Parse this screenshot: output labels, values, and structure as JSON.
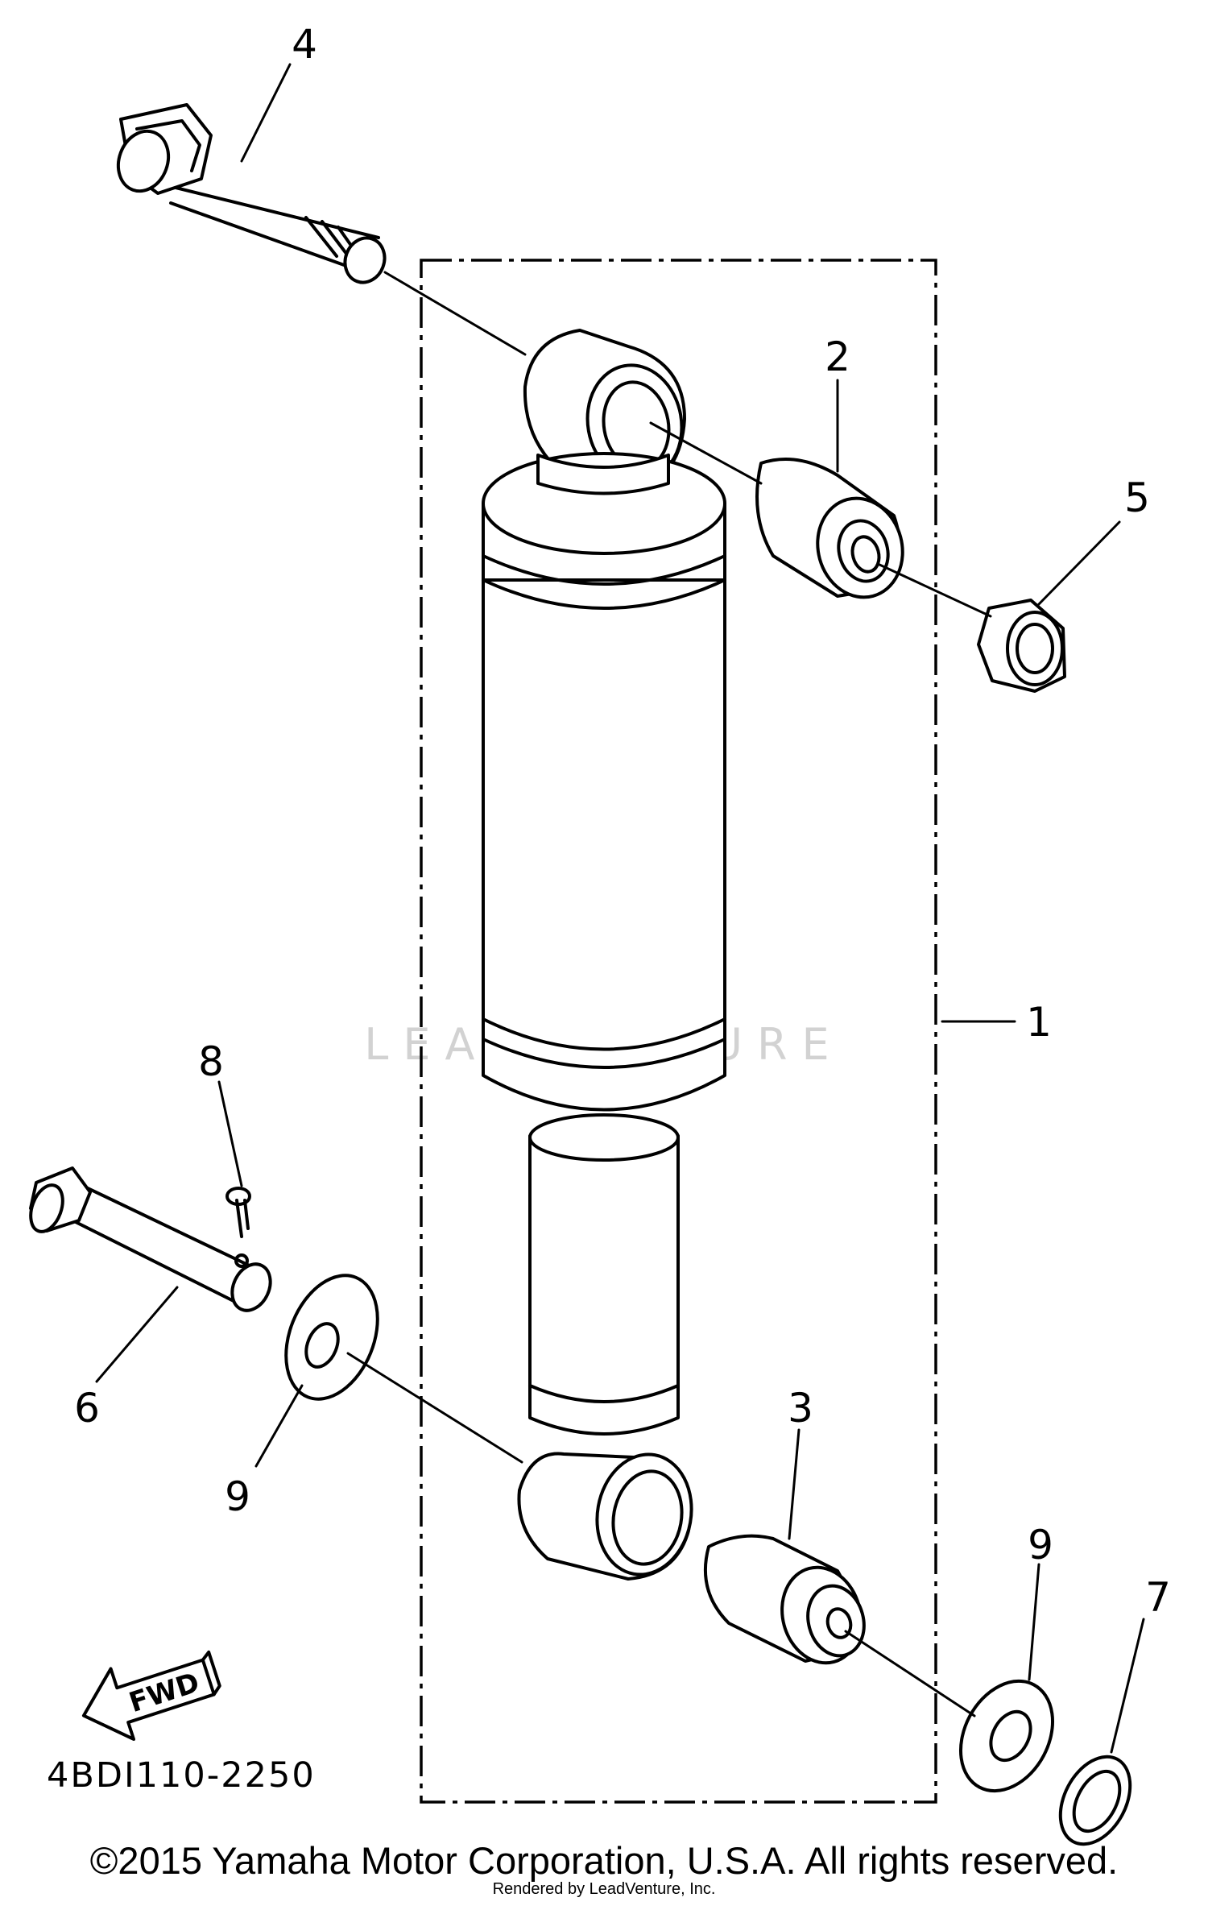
{
  "diagram": {
    "drawing_code": "4BDI110-2250",
    "fwd_label": "FWD",
    "callouts": {
      "assembly": "1",
      "bushing_upper": "2",
      "bushing_lower": "3",
      "bolt": "4",
      "nut": "5",
      "pin": "6",
      "washer_small": "7",
      "cotter_pin": "8",
      "washer_left": "9",
      "washer_right": "9"
    }
  },
  "footer": {
    "copyright": "©2015 Yamaha Motor Corporation, U.S.A. All rights reserved.",
    "rendered_by": "Rendered by LeadVenture, Inc."
  },
  "watermark": {
    "text": "LEADVENTURE"
  }
}
